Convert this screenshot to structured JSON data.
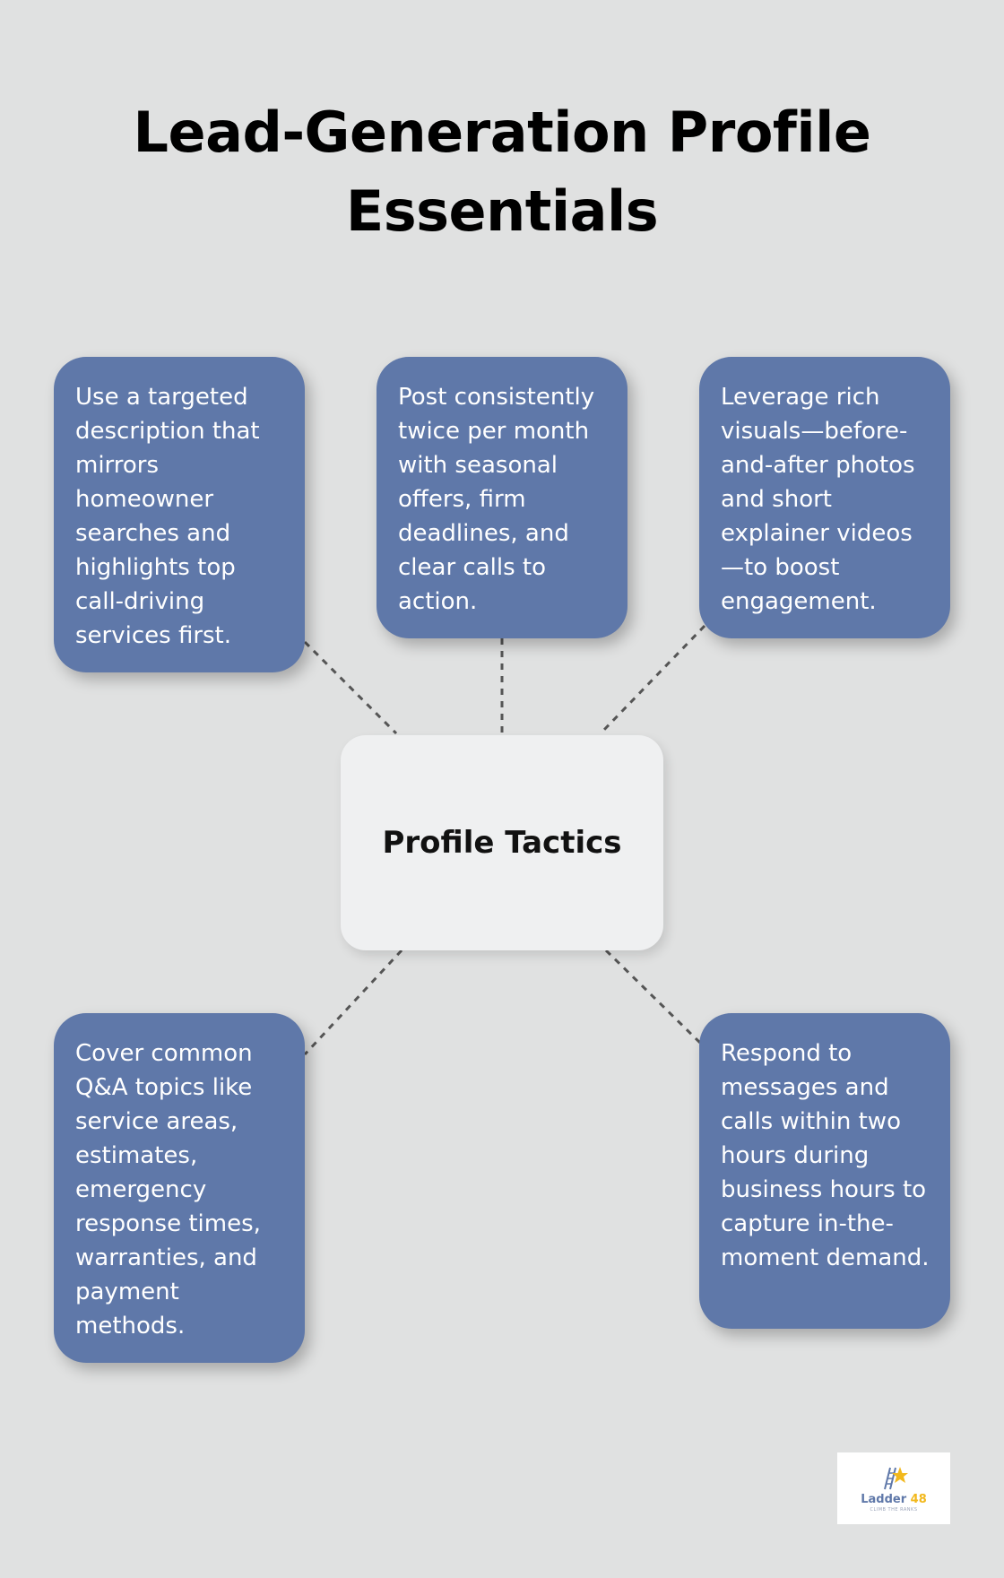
{
  "title": {
    "line1": "Lead-Generation Profile",
    "line2": "Essentials"
  },
  "hub": {
    "label": "Profile Tactics"
  },
  "tactics": [
    {
      "text": "Use a targeted description that mirrors homeowner searches and highlights top call-driving services first."
    },
    {
      "text": "Post consistently twice per month with seasonal offers, firm deadlines, and clear calls to action."
    },
    {
      "text": "Leverage rich visuals—before-and-after photos and short explainer videos—to boost engagement."
    },
    {
      "text": "Cover common Q&A topics like service areas, estimates, emergency response times, warranties, and payment methods."
    },
    {
      "text": "Respond to messages and calls within two hours during business hours to capture in-the-moment demand."
    }
  ],
  "logo": {
    "name": "Ladder",
    "number": "48",
    "tagline": "CLIMB THE RANKS",
    "icon": "ladder-star-icon",
    "colors": {
      "primary": "#5f78a9",
      "accent": "#f2b81c"
    }
  },
  "colors": {
    "background": "#e0e1e1",
    "card": "#5f78a9",
    "hub": "#eff0f1",
    "connector": "#555555"
  }
}
